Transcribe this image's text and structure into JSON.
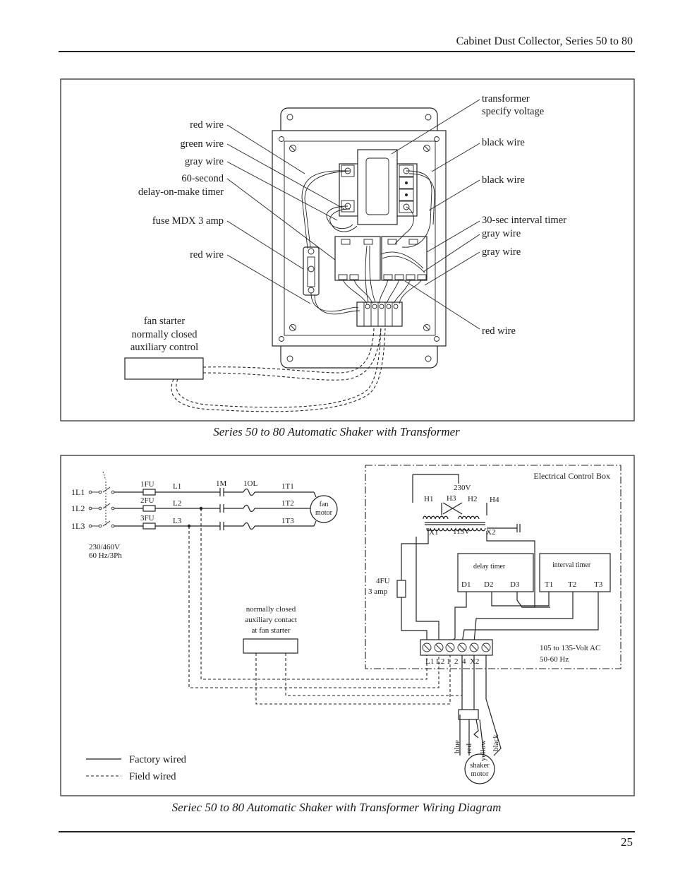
{
  "header": {
    "title": "Cabinet Dust Collector, Series 50 to 80"
  },
  "figure1": {
    "caption": "Series 50 to 80 Automatic Shaker with Transformer",
    "labels_left": {
      "red_wire_top": "red wire",
      "green_wire": "green wire",
      "gray_wire": "gray wire",
      "delay_timer_1": "60-second",
      "delay_timer_2": "delay-on-make timer",
      "fuse": "fuse MDX 3 amp",
      "red_wire_bottom": "red wire",
      "fan_starter_1": "fan starter",
      "fan_starter_2": "normally closed",
      "fan_starter_3": "auxiliary control"
    },
    "labels_right": {
      "transformer_1": "transformer",
      "transformer_2": "specify voltage",
      "black_wire_1": "black wire",
      "black_wire_2": "black wire",
      "interval_timer": "30-sec interval timer",
      "gray_wire_1": "gray wire",
      "gray_wire_2": "gray wire",
      "red_wire": "red wire"
    }
  },
  "figure2": {
    "caption": "Seriec 50 to 80 Automatic Shaker with Transformer Wiring Diagram",
    "supply": {
      "lines": [
        "1L1",
        "1L2",
        "1L3"
      ],
      "fuses": [
        "1FU",
        "2FU",
        "3FU"
      ],
      "legs": [
        "L1",
        "L2",
        "L3"
      ],
      "contactor": "1M",
      "overload": "1OL",
      "motor_terminals": [
        "1T1",
        "1T2",
        "1T3"
      ],
      "fan_motor_1": "fan",
      "fan_motor_2": "motor",
      "rating_1": "230/460V",
      "rating_2": "60 Hz/3Ph"
    },
    "aux_contact": {
      "line1": "normally closed",
      "line2": "auxiliary contact",
      "line3": "at fan starter"
    },
    "control_box": {
      "title": "Electrical Control Box",
      "primary_voltage": "230V",
      "h_terminals": [
        "H1",
        "H3",
        "H2",
        "H4"
      ],
      "secondary_voltage": "115V",
      "x_terminals": [
        "X1",
        "X2"
      ],
      "fuse_1": "4FU",
      "fuse_2": "3 amp",
      "delay_timer": {
        "title": "delay timer",
        "terminals": [
          "D1",
          "D2",
          "D3"
        ]
      },
      "interval_timer": {
        "title": "interval timer",
        "terminals": [
          "T1",
          "T2",
          "T3"
        ]
      },
      "terminal_strip": "L1 L2 1  2  4  X2",
      "supply_note_1": "105 to 135-Volt AC",
      "supply_note_2": "50-60 Hz"
    },
    "shaker": {
      "wire_colors": [
        "blue",
        "red",
        "yellow",
        "black"
      ],
      "motor_1": "shaker",
      "motor_2": "motor"
    },
    "legend": {
      "factory": "Factory wired",
      "field": "Field wired"
    }
  },
  "page_number": "25"
}
